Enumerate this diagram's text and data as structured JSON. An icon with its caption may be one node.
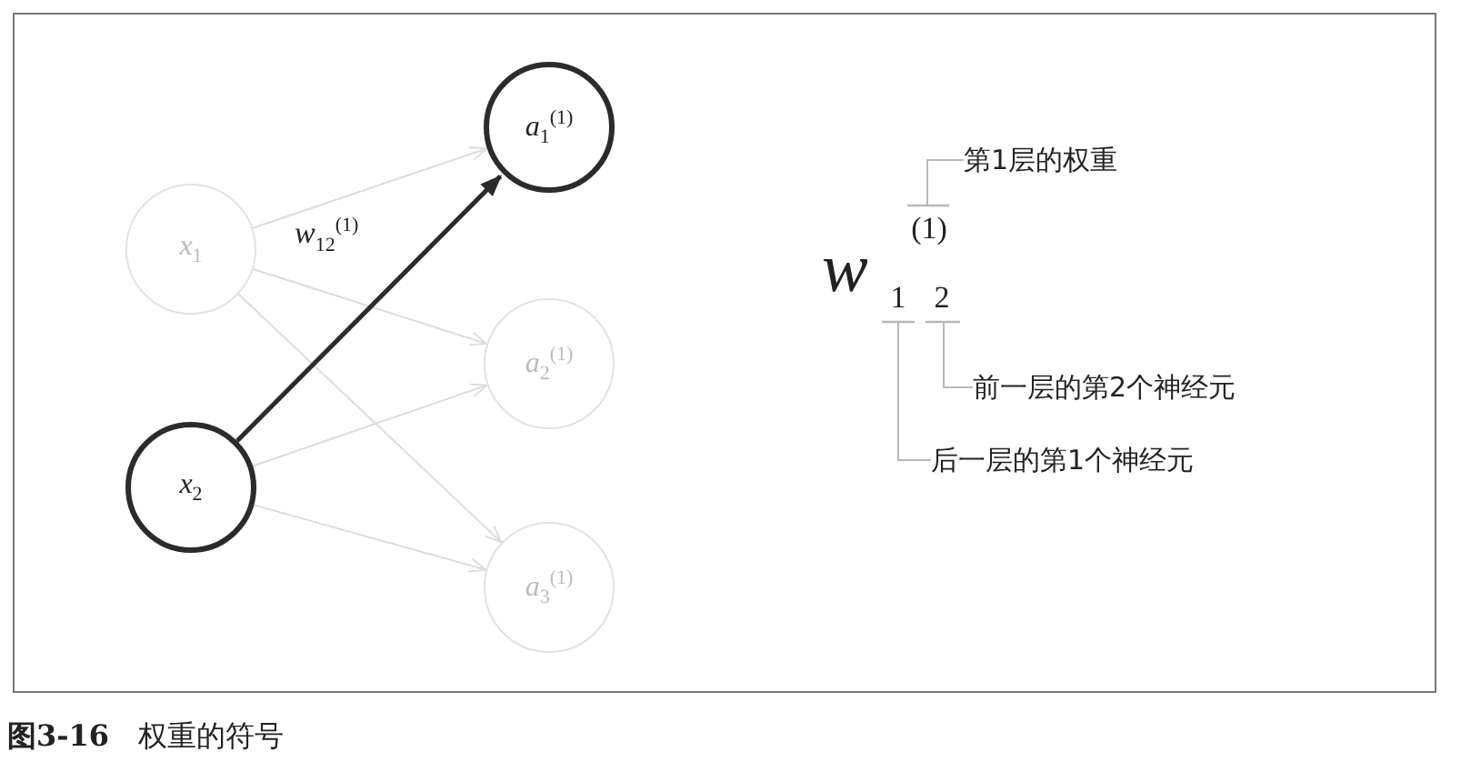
{
  "diagram": {
    "caption": "**图3-16**　权重的符号",
    "nodes": [
      {
        "text": [
          "*x*$_{1}$"
        ]
      },
      {
        "text": [
          "*x*$_{2}$"
        ]
      },
      {
        "text": [
          "*a*$_{1}$$^{(1)}$"
        ]
      },
      {
        "text": [
          "*a*$_{2}$$^{(1)}$"
        ]
      },
      {
        "text": [
          "*a*$_{3}$$^{(1)}$"
        ]
      },
      {
        "text": [
          "(1)"
        ]
      },
      {
        "text": [
          "1"
        ]
      },
      {
        "text": [
          "2"
        ]
      },
      {
        "text": [
          "第1层的权重"
        ]
      },
      {
        "text": [
          "前一层的第2个神经元"
        ]
      },
      {
        "text": [
          "后一层的第1个神经元"
        ]
      }
    ],
    "edges": [
      {
        "from": 0,
        "to": 2,
        "arrow": "to"
      },
      {
        "from": 0,
        "to": 3,
        "arrow": "to"
      },
      {
        "from": 0,
        "to": 4,
        "arrow": "to"
      },
      {
        "from": 1,
        "to": 2,
        "arrow": "to",
        "style": "thick",
        "color": "#2b2b2e"
      },
      {
        "from": 1,
        "to": 3,
        "arrow": "to"
      },
      {
        "from": 1,
        "to": 4,
        "arrow": "to"
      },
      {
        "from": 8,
        "to": 5,
        "arrow": "none"
      },
      {
        "from": 9,
        "to": 7,
        "arrow": "none"
      },
      {
        "from": 10,
        "to": 6,
        "arrow": "none"
      }
    ],
    "labels": [
      "*w*$_{12}$$^{(1)}$",
      "*w*"
    ]
  }
}
